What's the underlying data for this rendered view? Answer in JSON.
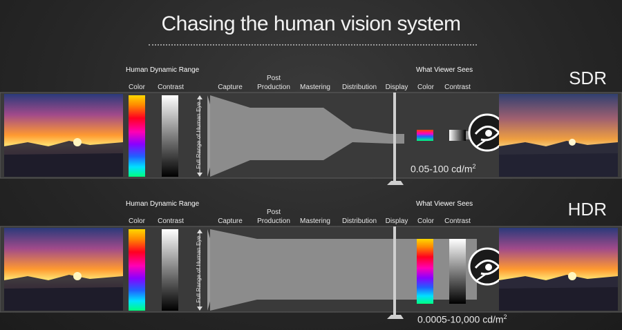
{
  "title": "Chasing the human vision system",
  "sdr": {
    "mode": "SDR",
    "human_dynamic_range": "Human Dynamic Range",
    "what_viewer_sees": "What Viewer Sees",
    "color": "Color",
    "contrast": "Contrast",
    "capture": "Capture",
    "post_production_line1": "Post",
    "post_production_line2": "Production",
    "mastering": "Mastering",
    "distribution": "Distribution",
    "display": "Display",
    "viewer_color": "Color",
    "viewer_contrast": "Contrast",
    "eye_range": "Full Range of Human Eye",
    "nits_value": "0.05-100 cd/m",
    "nits_exp": "2"
  },
  "hdr": {
    "mode": "HDR",
    "human_dynamic_range": "Human Dynamic Range",
    "what_viewer_sees": "What Viewer Sees",
    "color": "Color",
    "contrast": "Contrast",
    "capture": "Capture",
    "post_production_line1": "Post",
    "post_production_line2": "Production",
    "mastering": "Mastering",
    "distribution": "Distribution",
    "display": "Display",
    "viewer_color": "Color",
    "viewer_contrast": "Contrast",
    "eye_range": "Full Range of Human Eye",
    "nits_value": "0.0005-10,000 cd/m",
    "nits_exp": "2"
  },
  "icons": [
    "eye-icon",
    "monitor-icon",
    "sunset-photo"
  ],
  "colors": {
    "funnel": "#8c8c8c",
    "band": "#3c3c3c",
    "band_border": "#6a6a6a"
  }
}
